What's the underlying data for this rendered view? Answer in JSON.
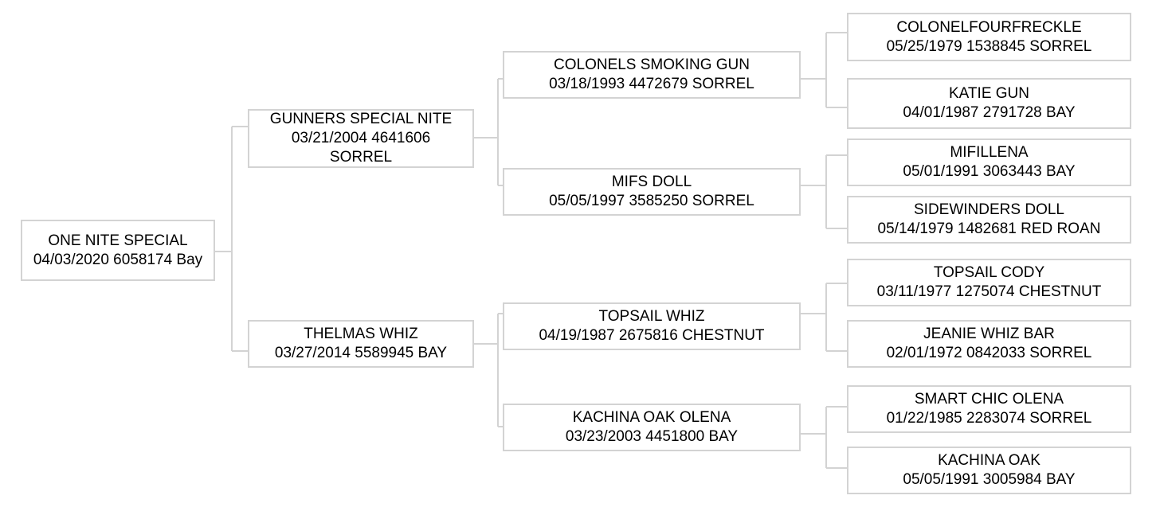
{
  "pedigree": {
    "horse": {
      "name": "ONE NITE SPECIAL",
      "info": "04/03/2020 6058174 Bay"
    },
    "sire": {
      "name": "GUNNERS SPECIAL NITE",
      "info_line1": "03/21/2004 4641606",
      "info_line2": "SORREL"
    },
    "dam": {
      "name": "THELMAS WHIZ",
      "info": "03/27/2014 5589945 BAY"
    },
    "sire_sire": {
      "name": "COLONELS SMOKING GUN",
      "info": "03/18/1993 4472679 SORREL"
    },
    "sire_dam": {
      "name": "MIFS DOLL",
      "info": "05/05/1997 3585250 SORREL"
    },
    "dam_sire": {
      "name": "TOPSAIL WHIZ",
      "info": "04/19/1987 2675816 CHESTNUT"
    },
    "dam_dam": {
      "name": "KACHINA OAK OLENA",
      "info": "03/23/2003 4451800 BAY"
    },
    "ss_sire": {
      "name": "COLONELFOURFRECKLE",
      "info": "05/25/1979 1538845 SORREL"
    },
    "ss_dam": {
      "name": "KATIE GUN",
      "info": "04/01/1987 2791728 BAY"
    },
    "sd_sire": {
      "name": "MIFILLENA",
      "info": "05/01/1991 3063443 BAY"
    },
    "sd_dam": {
      "name": "SIDEWINDERS DOLL",
      "info": "05/14/1979 1482681 RED ROAN"
    },
    "ds_sire": {
      "name": "TOPSAIL CODY",
      "info": "03/11/1977 1275074 CHESTNUT"
    },
    "ds_dam": {
      "name": "JEANIE WHIZ BAR",
      "info": "02/01/1972 0842033 SORREL"
    },
    "dd_sire": {
      "name": "SMART CHIC OLENA",
      "info": "01/22/1985 2283074 SORREL"
    },
    "dd_dam": {
      "name": "KACHINA OAK",
      "info": "05/05/1991 3005984 BAY"
    }
  },
  "colors": {
    "border": "#d3d3d3",
    "connector": "#d3d3d3",
    "text": "#000000",
    "background": "#ffffff"
  }
}
